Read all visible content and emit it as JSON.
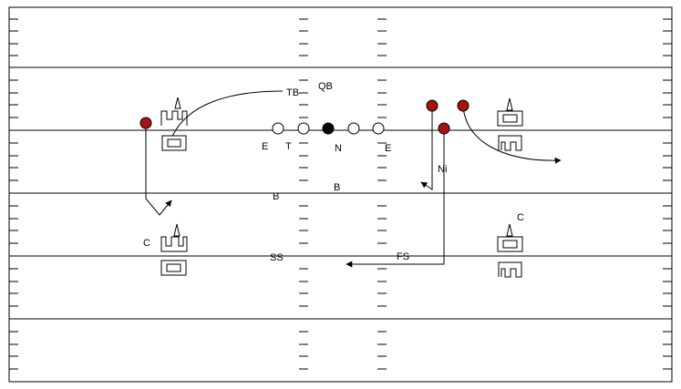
{
  "diagram": {
    "labels": {
      "tb": "TB",
      "qb": "QB",
      "e_left": "E",
      "t": "T",
      "n": "N",
      "e_right": "E",
      "ni": "Ni",
      "b_left": "B",
      "b_mid": "B",
      "c_left": "C",
      "c_right": "C",
      "ss": "SS",
      "fs": "FS"
    },
    "colors": {
      "line": "#000000",
      "offense_fill": "#ffffff",
      "center_fill": "#000000",
      "receiver_fill": "#aa1111"
    }
  }
}
